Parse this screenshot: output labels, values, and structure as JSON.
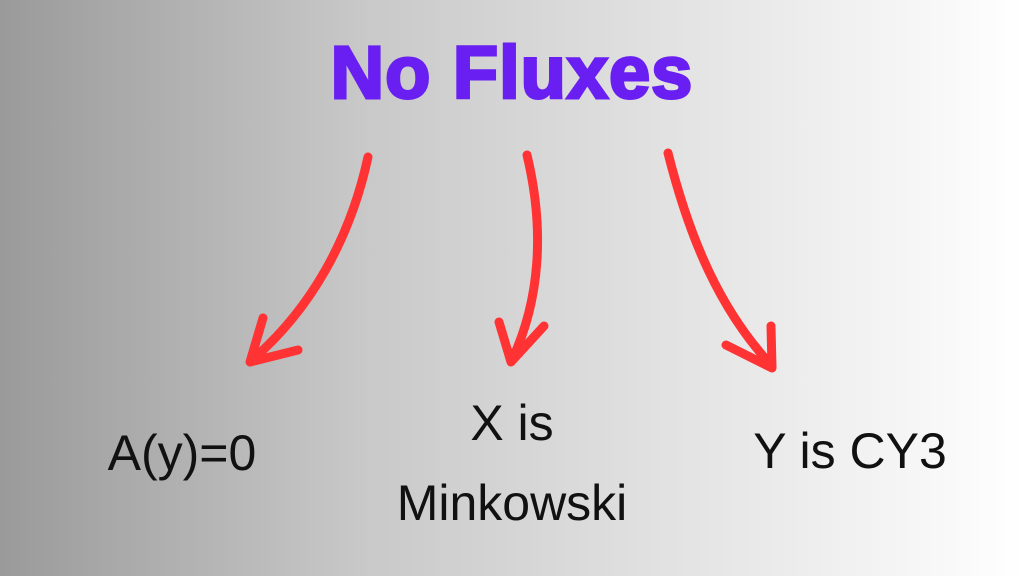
{
  "title": "No Fluxes",
  "outcomes": [
    {
      "text": "A(y)=0"
    },
    {
      "line1": "X is",
      "line2": "Minkowski"
    },
    {
      "text": "Y is CY3"
    }
  ],
  "colors": {
    "title": "#6a1ff2",
    "arrow": "#ff3333",
    "text": "#111111"
  }
}
